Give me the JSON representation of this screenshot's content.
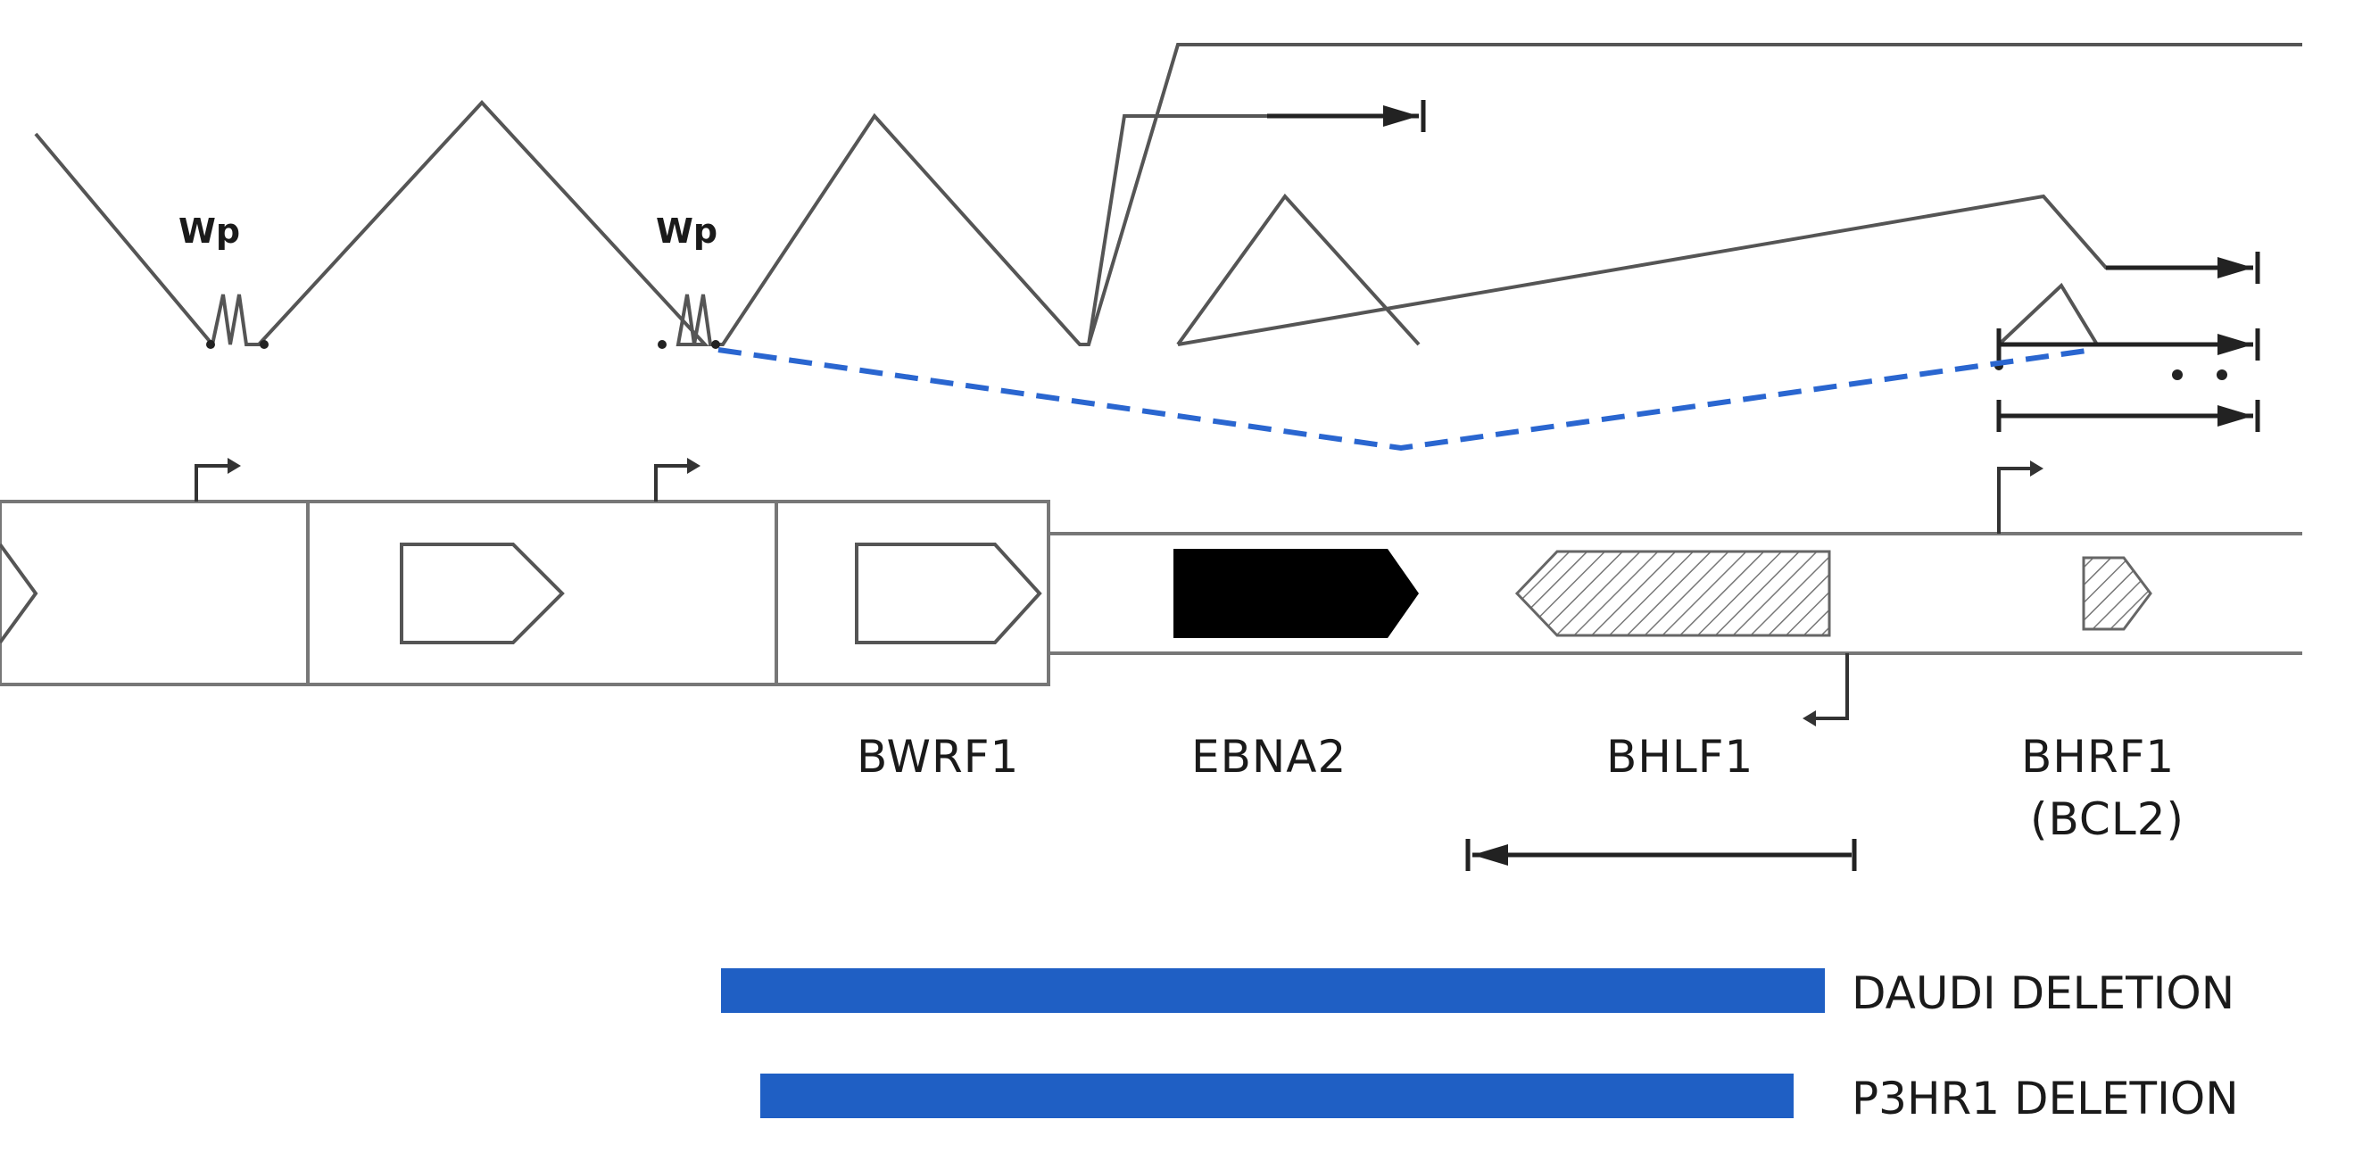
{
  "promoters": [
    "Wp",
    "Wp"
  ],
  "genes": {
    "bwrf1": "BWRF1",
    "ebna2": "EBNA2",
    "bhlf1": "BHLF1",
    "bhrf1": "BHRF1",
    "bhrf1_alias": "(BCL2)"
  },
  "deletions": [
    {
      "label": "DAUDI DELETION"
    },
    {
      "label": "P3HR1 DELETION"
    }
  ],
  "colors": {
    "deletion_bar": "#1f5fc4",
    "dashed_splice": "#2a66d0",
    "ebna2_fill": "#000000",
    "line": "#555555"
  }
}
